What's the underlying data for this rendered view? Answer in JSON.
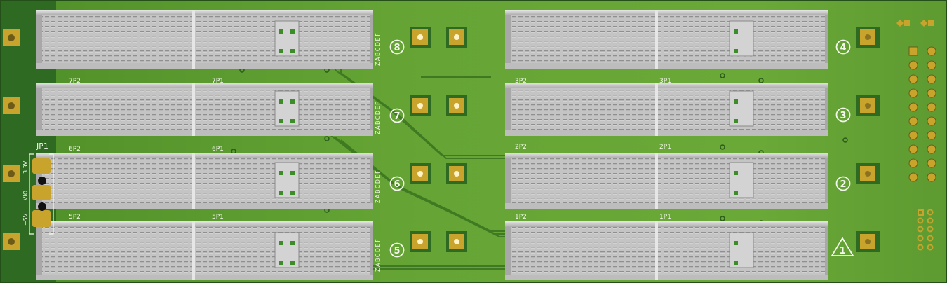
{
  "slots": [
    {
      "number": "8",
      "left": "",
      "right": "",
      "triangle": false
    },
    {
      "number": "7",
      "left": "7P2",
      "right": "7P1",
      "triangle": false
    },
    {
      "number": "6",
      "left": "6P2",
      "right": "6P1",
      "triangle": false
    },
    {
      "number": "5",
      "left": "5P2",
      "right": "5P1",
      "triangle": false
    },
    {
      "number": "4",
      "left": "",
      "right": "",
      "triangle": false
    },
    {
      "number": "3",
      "left": "3P2",
      "right": "3P1",
      "triangle": false
    },
    {
      "number": "2",
      "left": "2P2",
      "right": "2P1",
      "triangle": false
    },
    {
      "number": "1",
      "left": "1P2",
      "right": "1P1",
      "triangle": true
    }
  ],
  "column_letters": "ZABCDEF",
  "jumper": {
    "ref": "JP1",
    "labels": [
      "3.3V",
      "VIO",
      "+5V"
    ]
  },
  "colors": {
    "board": "#5e9a2e",
    "board_dark": "#2f6a22",
    "pad_gold": "#c8a42c",
    "connector": "#c9c9c9",
    "silkscreen": "#f4f7ee"
  }
}
